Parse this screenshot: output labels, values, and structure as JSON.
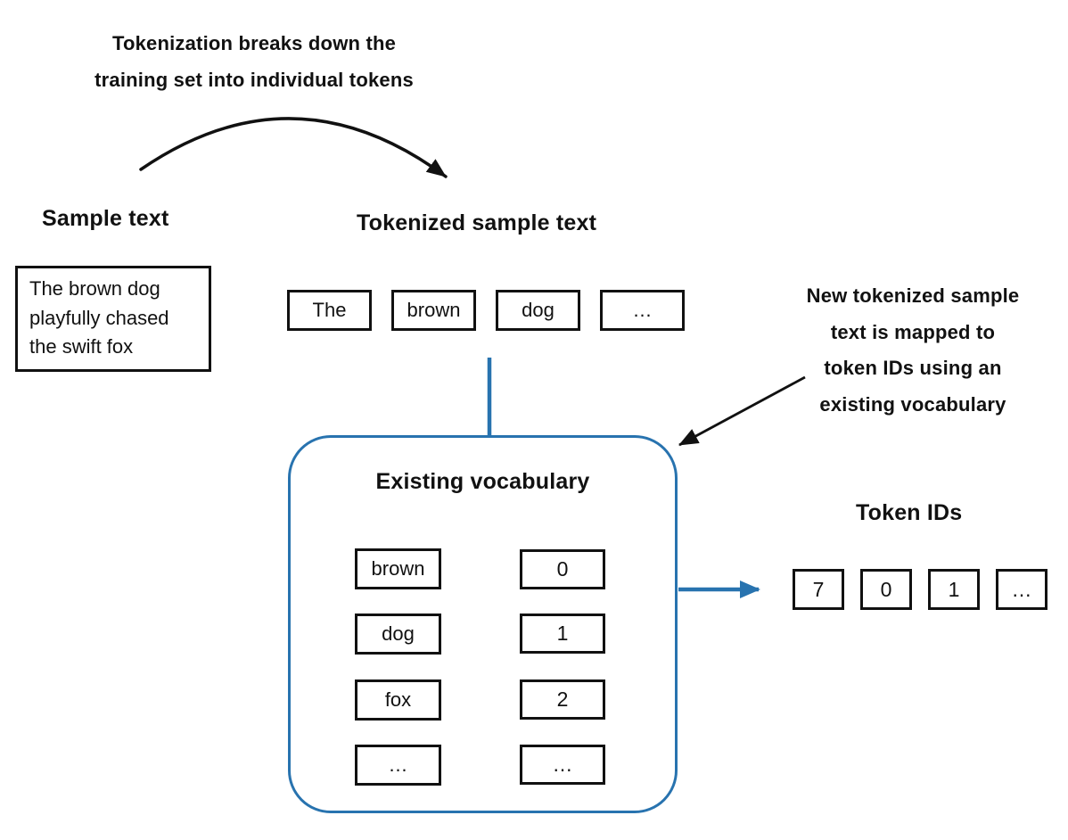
{
  "colors": {
    "accent_blue": "#2873af",
    "ink": "#111111"
  },
  "notes": {
    "tokenization": {
      "lines": [
        "Tokenization breaks down the",
        "training set into individual tokens"
      ]
    },
    "mapping": {
      "lines": [
        "New tokenized sample",
        "text is mapped to",
        "token IDs using an",
        "existing vocabulary"
      ]
    }
  },
  "sample": {
    "title": "Sample text",
    "lines": [
      "The brown dog",
      "playfully chased",
      "the swift fox"
    ]
  },
  "tokenized": {
    "title": "Tokenized sample text",
    "tokens": [
      "The",
      "brown",
      "dog",
      "…"
    ]
  },
  "vocabulary": {
    "title": "Existing vocabulary",
    "entries": [
      {
        "word": "brown",
        "id": "0"
      },
      {
        "word": "dog",
        "id": "1"
      },
      {
        "word": "fox",
        "id": "2"
      },
      {
        "word": "…",
        "id": "…"
      }
    ]
  },
  "token_ids": {
    "title": "Token IDs",
    "values": [
      "7",
      "0",
      "1",
      "…"
    ]
  }
}
